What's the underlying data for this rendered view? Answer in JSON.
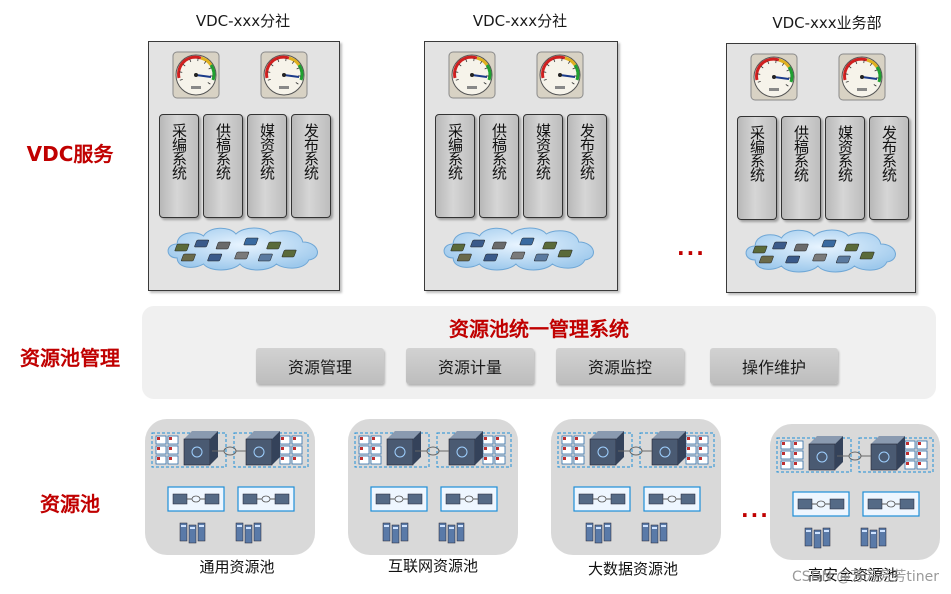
{
  "rows": {
    "vdc_service": "VDC服务",
    "pool_management": "资源池管理",
    "resource_pool": "资源池"
  },
  "vdcs": [
    {
      "title": "VDC-xxx分社",
      "systems": [
        "采编系统",
        "供稿系统",
        "媒资系统",
        "发布系统"
      ]
    },
    {
      "title": "VDC-xxx分社",
      "systems": [
        "采编系统",
        "供稿系统",
        "媒资系统",
        "发布系统"
      ]
    },
    {
      "title": "VDC-xxx业务部",
      "systems": [
        "采编系统",
        "供稿系统",
        "媒资系统",
        "发布系统"
      ]
    }
  ],
  "vdc_ellipsis": "...",
  "management": {
    "title": "资源池统一管理系统",
    "functions": [
      "资源管理",
      "资源计量",
      "资源监控",
      "操作维护"
    ]
  },
  "pools": [
    {
      "label": "通用资源池"
    },
    {
      "label": "互联网资源池"
    },
    {
      "label": "大数据资源池"
    },
    {
      "label": "高安全资源池"
    }
  ],
  "pool_ellipsis": "...",
  "watermark": "CSDN @芳芳芳芳tiner",
  "colors": {
    "accent_red": "#c00000",
    "panel_gray": "#e3e3e3",
    "pool_gray": "#d9d9d9",
    "server_blue": "#1e8fd8"
  }
}
